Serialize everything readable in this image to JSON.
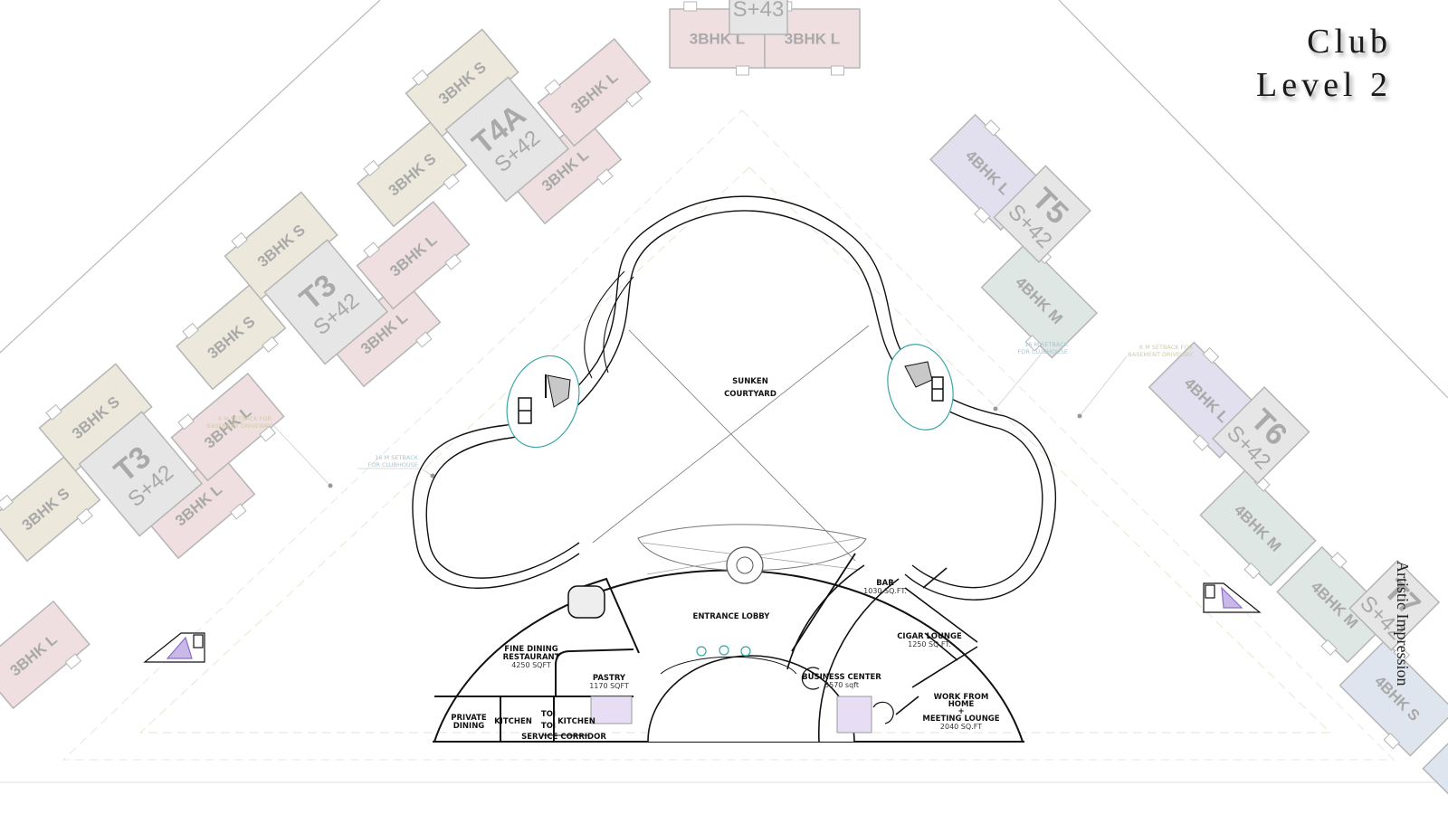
{
  "title": {
    "line1": "Club",
    "line2": "Level 2"
  },
  "watermark": "Artistic Impression",
  "colors": {
    "unit_3bhk_s": "#ece8dc",
    "unit_3bhk_l": "#efdfe1",
    "unit_4bhk_l": "#e2e0ef",
    "unit_4bhk_m": "#dfe7e4",
    "unit_4bhk_s": "#dee5ef",
    "core": "#e6e6e6",
    "tower_text": "#a9a9a9",
    "plan_line": "#111111",
    "setback_clubhouse": "#a8c4d0",
    "setback_driveway": "#d6d3b4",
    "glass": "#3aa6a6",
    "stair_fill": "#c9b8e8"
  },
  "towers": [
    {
      "id": "T43",
      "name": "",
      "floors": "S+43",
      "units": [
        "3BHK L",
        "3BHK L"
      ]
    },
    {
      "id": "T4A",
      "name": "T4A",
      "floors": "S+42",
      "units": [
        "3BHK S",
        "3BHK S",
        "3BHK L",
        "3BHK L"
      ]
    },
    {
      "id": "T3a",
      "name": "T3",
      "floors": "S+42",
      "units": [
        "3BHK S",
        "3BHK S",
        "3BHK L",
        "3BHK L"
      ]
    },
    {
      "id": "T3b",
      "name": "T3",
      "floors": "S+42",
      "units": [
        "3BHK S",
        "3BHK S",
        "3BHK L",
        "3BHK L"
      ]
    },
    {
      "id": "T5",
      "name": "T5",
      "floors": "S+42",
      "units": [
        "4BHK L",
        "4BHK M"
      ]
    },
    {
      "id": "T6",
      "name": "T6",
      "floors": "S+42",
      "units": [
        "4BHK L",
        "4BHK M",
        "4BHK M"
      ]
    },
    {
      "id": "T7",
      "name": "T7",
      "floors": "S+42",
      "units": [
        "4BHK S",
        "4BHK S"
      ]
    },
    {
      "id": "edge",
      "name": "",
      "floors": "",
      "units": [
        "3BHK L"
      ]
    }
  ],
  "setbacks": {
    "clubhouse": [
      "16 M SETBACK",
      "FOR CLUBHOUSE"
    ],
    "driveway": [
      "6 M SETBACK FOR",
      "BASEMENT DRIVEWAY"
    ]
  },
  "courtyard": [
    "SUNKEN",
    "COURTYARD"
  ],
  "rooms": {
    "entrance_lobby": {
      "name": [
        "ENTRANCE LOBBY"
      ],
      "area": ""
    },
    "fine_dining": {
      "name": [
        "FINE DINING",
        "RESTAURANT"
      ],
      "area": "4250 SQFT"
    },
    "pastry": {
      "name": [
        "PASTRY"
      ],
      "area": "1170 SQFT"
    },
    "private_dining": {
      "name": [
        "PRIVATE",
        "DINING"
      ],
      "area": ""
    },
    "kitchen": {
      "name": [
        "KITCHEN"
      ],
      "area": ""
    },
    "kitchen_small": {
      "name": [
        "KITCHEN"
      ],
      "area": ""
    },
    "toilet1": {
      "name": [
        "TOI"
      ],
      "area": ""
    },
    "toilet2": {
      "name": [
        "TOI"
      ],
      "area": ""
    },
    "service_corridor": {
      "name": [
        "SERVICE CORRIDOR"
      ],
      "area": ""
    },
    "bar": {
      "name": [
        "BAR"
      ],
      "area": "1030 SQ.FT."
    },
    "cigar_lounge": {
      "name": [
        "CIGAR LOUNGE"
      ],
      "area": "1250 SQ.FT."
    },
    "business_center": {
      "name": [
        "BUSINESS CENTER"
      ],
      "area": "3570 sqft"
    },
    "wfh_lounge": {
      "name": [
        "WORK FROM",
        "HOME",
        "+",
        "MEETING LOUNGE"
      ],
      "area": "2040 SQ.FT"
    }
  }
}
